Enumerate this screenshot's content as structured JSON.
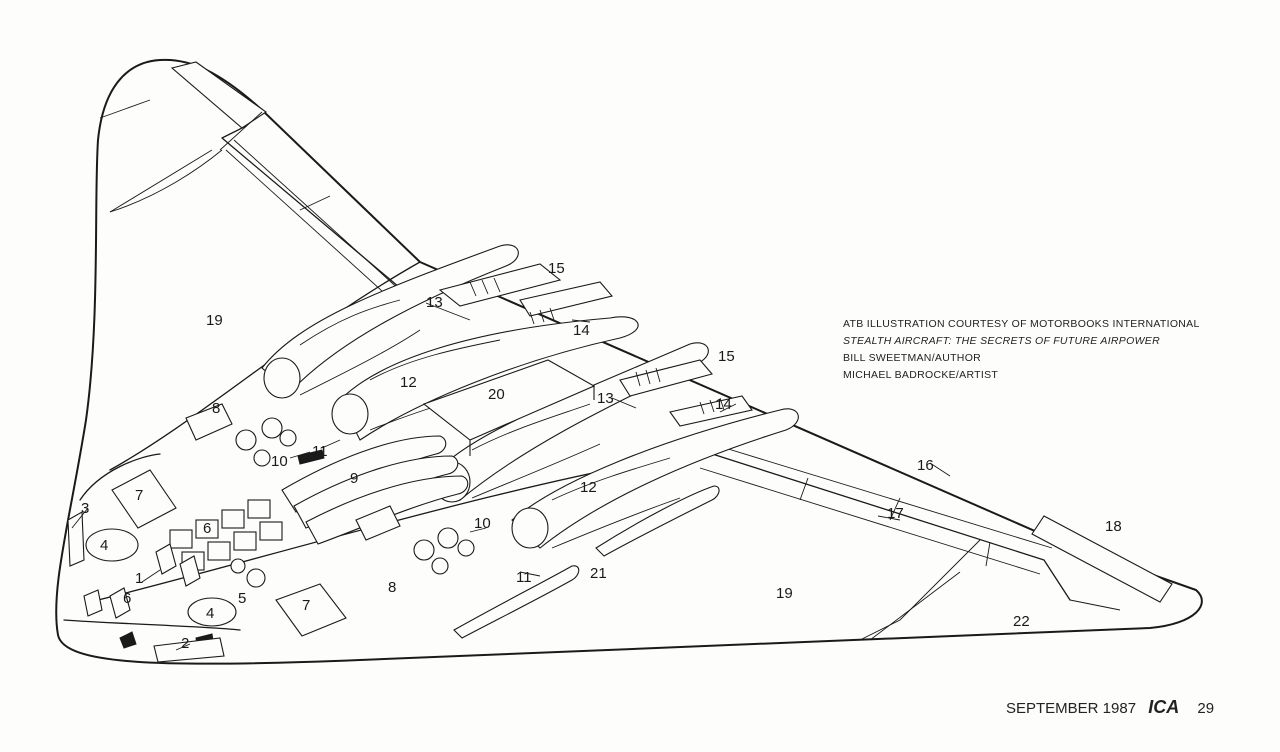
{
  "credits": {
    "line1": "ATB ILLUSTRATION COURTESY OF MOTORBOOKS INTERNATIONAL",
    "line2": "STEALTH AIRCRAFT: THE SECRETS OF FUTURE AIRPOWER",
    "line3": "BILL SWEETMAN/AUTHOR",
    "line4": "MICHAEL BADROCKE/ARTIST"
  },
  "footer": {
    "date": "SEPTEMBER 1987",
    "magazine": "ICA",
    "page": "29"
  },
  "callouts": [
    {
      "id": "c1",
      "text": "1"
    },
    {
      "id": "c2",
      "text": "2"
    },
    {
      "id": "c3",
      "text": "3"
    },
    {
      "id": "c4a",
      "text": "4"
    },
    {
      "id": "c4b",
      "text": "4"
    },
    {
      "id": "c5",
      "text": "5"
    },
    {
      "id": "c6a",
      "text": "6"
    },
    {
      "id": "c6b",
      "text": "6"
    },
    {
      "id": "c7a",
      "text": "7"
    },
    {
      "id": "c7b",
      "text": "7"
    },
    {
      "id": "c8a",
      "text": "8"
    },
    {
      "id": "c8b",
      "text": "8"
    },
    {
      "id": "c9",
      "text": "9"
    },
    {
      "id": "c10a",
      "text": "10"
    },
    {
      "id": "c10b",
      "text": "10"
    },
    {
      "id": "c11a",
      "text": "11"
    },
    {
      "id": "c11b",
      "text": "11"
    },
    {
      "id": "c12a",
      "text": "12"
    },
    {
      "id": "c12b",
      "text": "12"
    },
    {
      "id": "c13a",
      "text": "13"
    },
    {
      "id": "c13b",
      "text": "13"
    },
    {
      "id": "c14a",
      "text": "14"
    },
    {
      "id": "c14b",
      "text": "14"
    },
    {
      "id": "c15a",
      "text": "15"
    },
    {
      "id": "c15b",
      "text": "15"
    },
    {
      "id": "c16",
      "text": "16"
    },
    {
      "id": "c17",
      "text": "17"
    },
    {
      "id": "c18",
      "text": "18"
    },
    {
      "id": "c19a",
      "text": "19"
    },
    {
      "id": "c19b",
      "text": "19"
    },
    {
      "id": "c20",
      "text": "20"
    },
    {
      "id": "c21",
      "text": "21"
    },
    {
      "id": "c22",
      "text": "22"
    }
  ]
}
